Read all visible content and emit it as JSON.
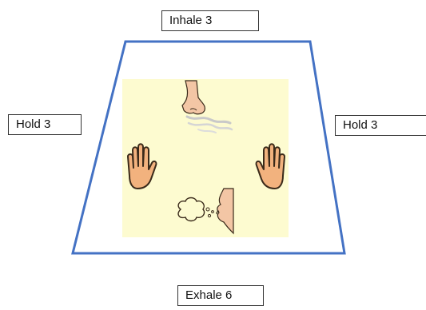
{
  "labels": {
    "top": "Inhale 3",
    "left": "Hold 3",
    "right": "Hold 3",
    "bottom": "Exhale 6"
  },
  "colors": {
    "trapezoid_stroke": "#4472c4",
    "panel_fill": "#fdfbd0",
    "skin": "#f3c6a5",
    "skin_dark": "#e8a87c",
    "hand": "#f2b27e",
    "outline": "#3a2a1a"
  },
  "icons": {
    "inhale": "nose-inhale-icon",
    "hold_left": "raised-hand-icon",
    "hold_right": "raised-hand-icon",
    "exhale": "mouth-exhale-icon"
  }
}
